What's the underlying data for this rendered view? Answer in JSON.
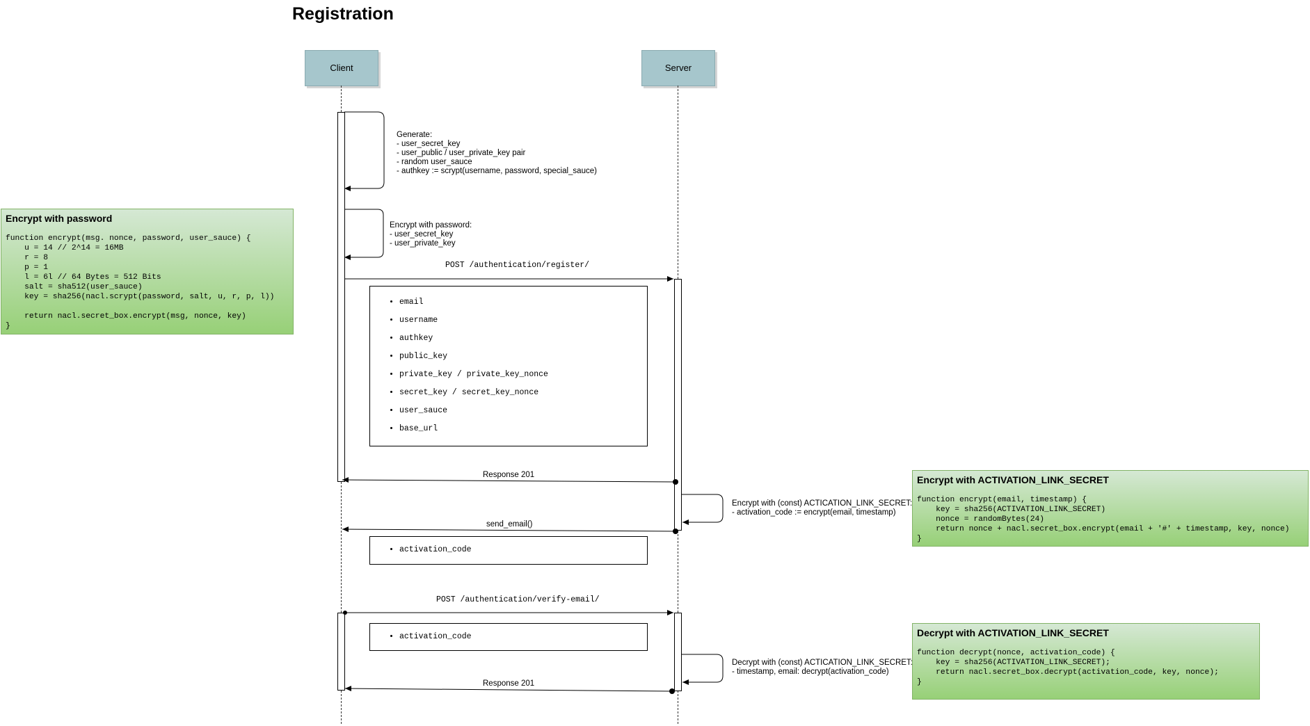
{
  "title": "Registration",
  "actors": {
    "client": "Client",
    "server": "Server"
  },
  "notes": {
    "generate": "Generate:\n- user_secret_key\n- user_public / user_private_key pair\n- random user_sauce\n- authkey := scrypt(username, password, special_sauce)",
    "encrypt_pw": "Encrypt with password:\n- user_secret_key\n- user_private_key",
    "encrypt_activation": "Encrypt with (const) ACTICATION_LINK_SECRET:\n- activation_code := encrypt(email, timestamp)",
    "decrypt_activation": "Decrypt with (const) ACTICATION_LINK_SECRET:\n- timestamp, email: decrypt(activation_code)"
  },
  "messages": {
    "register": "POST /authentication/register/",
    "response1": "Response 201",
    "send_email": "send_email()",
    "verify": "POST /authentication/verify-email/",
    "response2": "Response 201"
  },
  "payloads": {
    "register": [
      "email",
      "username",
      "authkey",
      "public_key",
      "private_key / private_key_nonce",
      "secret_key / secret_key_nonce",
      "user_sauce",
      "base_url"
    ],
    "email": [
      "activation_code"
    ],
    "verify": [
      "activation_code"
    ]
  },
  "code_boxes": {
    "encrypt_password": {
      "title": "Encrypt with password",
      "code": "function encrypt(msg. nonce, password, user_sauce) {\n    u = 14 // 2^14 = 16MB\n    r = 8\n    p = 1\n    l = 6l // 64 Bytes = 512 Bits\n    salt = sha512(user_sauce)\n    key = sha256(nacl.scrypt(password, salt, u, r, p, l))\n\n    return nacl.secret_box.encrypt(msg, nonce, key)\n}"
    },
    "encrypt_activation": {
      "title": "Encrypt with ACTIVATION_LINK_SECRET",
      "code": "function encrypt(email, timestamp) {\n    key = sha256(ACTIVATION_LINK_SECRET)\n    nonce = randomBytes(24)\n    return nonce + nacl.secret_box.encrypt(email + '#' + timestamp, key, nonce)\n}"
    },
    "decrypt_activation": {
      "title": "Decrypt with ACTIVATION_LINK_SECRET",
      "code": "function decrypt(nonce, activation_code) {\n    key = sha256(ACTIVATION_LINK_SECRET);\n    return nacl.secret_box.decrypt(activation_code, key, nonce);\n}"
    }
  }
}
